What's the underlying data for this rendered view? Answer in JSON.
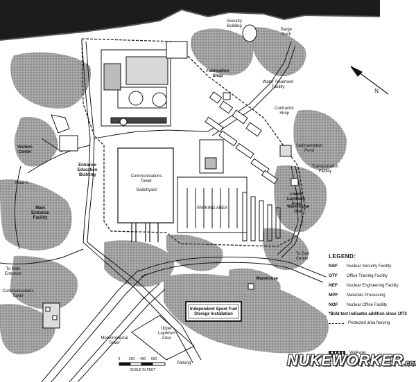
{
  "labels": {
    "security_building": "Security Building",
    "barge_dock": "Barge Dock",
    "fabrication_shop": "Fabrication Shop",
    "water_treatment": "Water Treatment Facility",
    "contractor_shop": "Contractor Shop",
    "sedimentation_pond": "Sedimentation Pond",
    "transportation_facility": "Transportation Facility",
    "lower_laydown": "Lower Laydown Area",
    "warehouse_ops": "Warehouse Ops",
    "communications_tower": "Communications Tower",
    "switchyard": "Switchyard",
    "parking_area": "PARKING AREA",
    "visitors_center": "Visitors Center",
    "entrance_building": "Entrance Education Building",
    "main_entrance": "Main Entrance Facility",
    "to_main_entrance": "To Main Entrance",
    "communications_tower_left": "Communications Tower",
    "isfsi": "Independent Spent Fuel Storage Installation",
    "upper_laydown": "Upper Laydown Area",
    "meteorological_tower": "Meteorological Tower",
    "parking": "Parking",
    "warehouse": "Warehouse",
    "to_gas_center": "To Gas Center",
    "road_a": "Road A",
    "north": "N",
    "scale": "SCALE IN FEET",
    "scale_ticks": [
      "0",
      "200",
      "400",
      "600"
    ]
  },
  "legend": {
    "title": "LEGEND:",
    "items": [
      {
        "code": "NSF",
        "text": "Nuclear Security Facility"
      },
      {
        "code": "OTF",
        "text": "Office Training Facility"
      },
      {
        "code": "NEF",
        "text": "Nuclear Engineering Facility"
      },
      {
        "code": "MPF",
        "text": "Materials Processing"
      },
      {
        "code": "NOF",
        "text": "Nuclear Office Facility"
      }
    ],
    "note": "*Bold text indicates addition since 1973",
    "fence_label": "Protected area fencing",
    "walkway_label": "Walkway"
  },
  "logo": {
    "text": "NUKEWORKER",
    "suffix": ".com"
  },
  "colors": {
    "water": "#1e1e1e",
    "trees": "#9a9a9a",
    "ink": "#111111",
    "background": "#ffffff"
  }
}
